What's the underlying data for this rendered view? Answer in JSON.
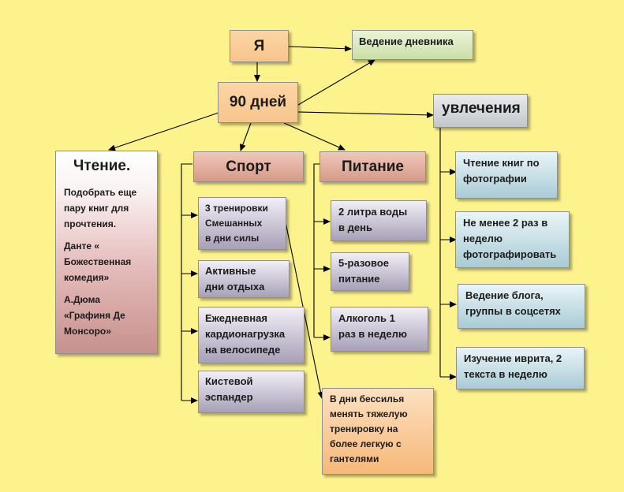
{
  "nodes": {
    "me": "Я",
    "diary": "Ведение дневника",
    "days": "90 дней",
    "hobbies": "увлечения",
    "reading": {
      "title": "Чтение.",
      "p1": "Подобрать еще\nпару книг для\nпрочтения.",
      "p2": "Данте «\nБожественная\nкомедия»",
      "p3": "А.Дюма\n«Графиня Де\nМонсоро»"
    },
    "sport": {
      "title": "Спорт",
      "items": [
        "3 тренировки\n Смешанных\nв дни силы",
        "Активные\nдни отдыха",
        "Ежедневная\nкардионагрузка\nна велосипеде",
        "Кистевой\nэспандер"
      ],
      "note": "В дни бессилья\nменять тяжелую\nтренировку на\nболее легкую с\nгантелями"
    },
    "food": {
      "title": "Питание",
      "items": [
        "2 литра воды\nв день",
        "5-разовое\nпитание",
        "Алкоголь 1\nраз в неделю"
      ]
    },
    "hobby_items": [
      "Чтение книг по\nфотографии",
      "Не менее 2 раз в\nнеделю\nфотографировать",
      "Ведение блога,\nгруппы в соцсетях",
      "Изучение иврита, 2\nтекста в неделю"
    ]
  },
  "colors": {
    "background": "#fdf38d",
    "line": "#000000"
  }
}
